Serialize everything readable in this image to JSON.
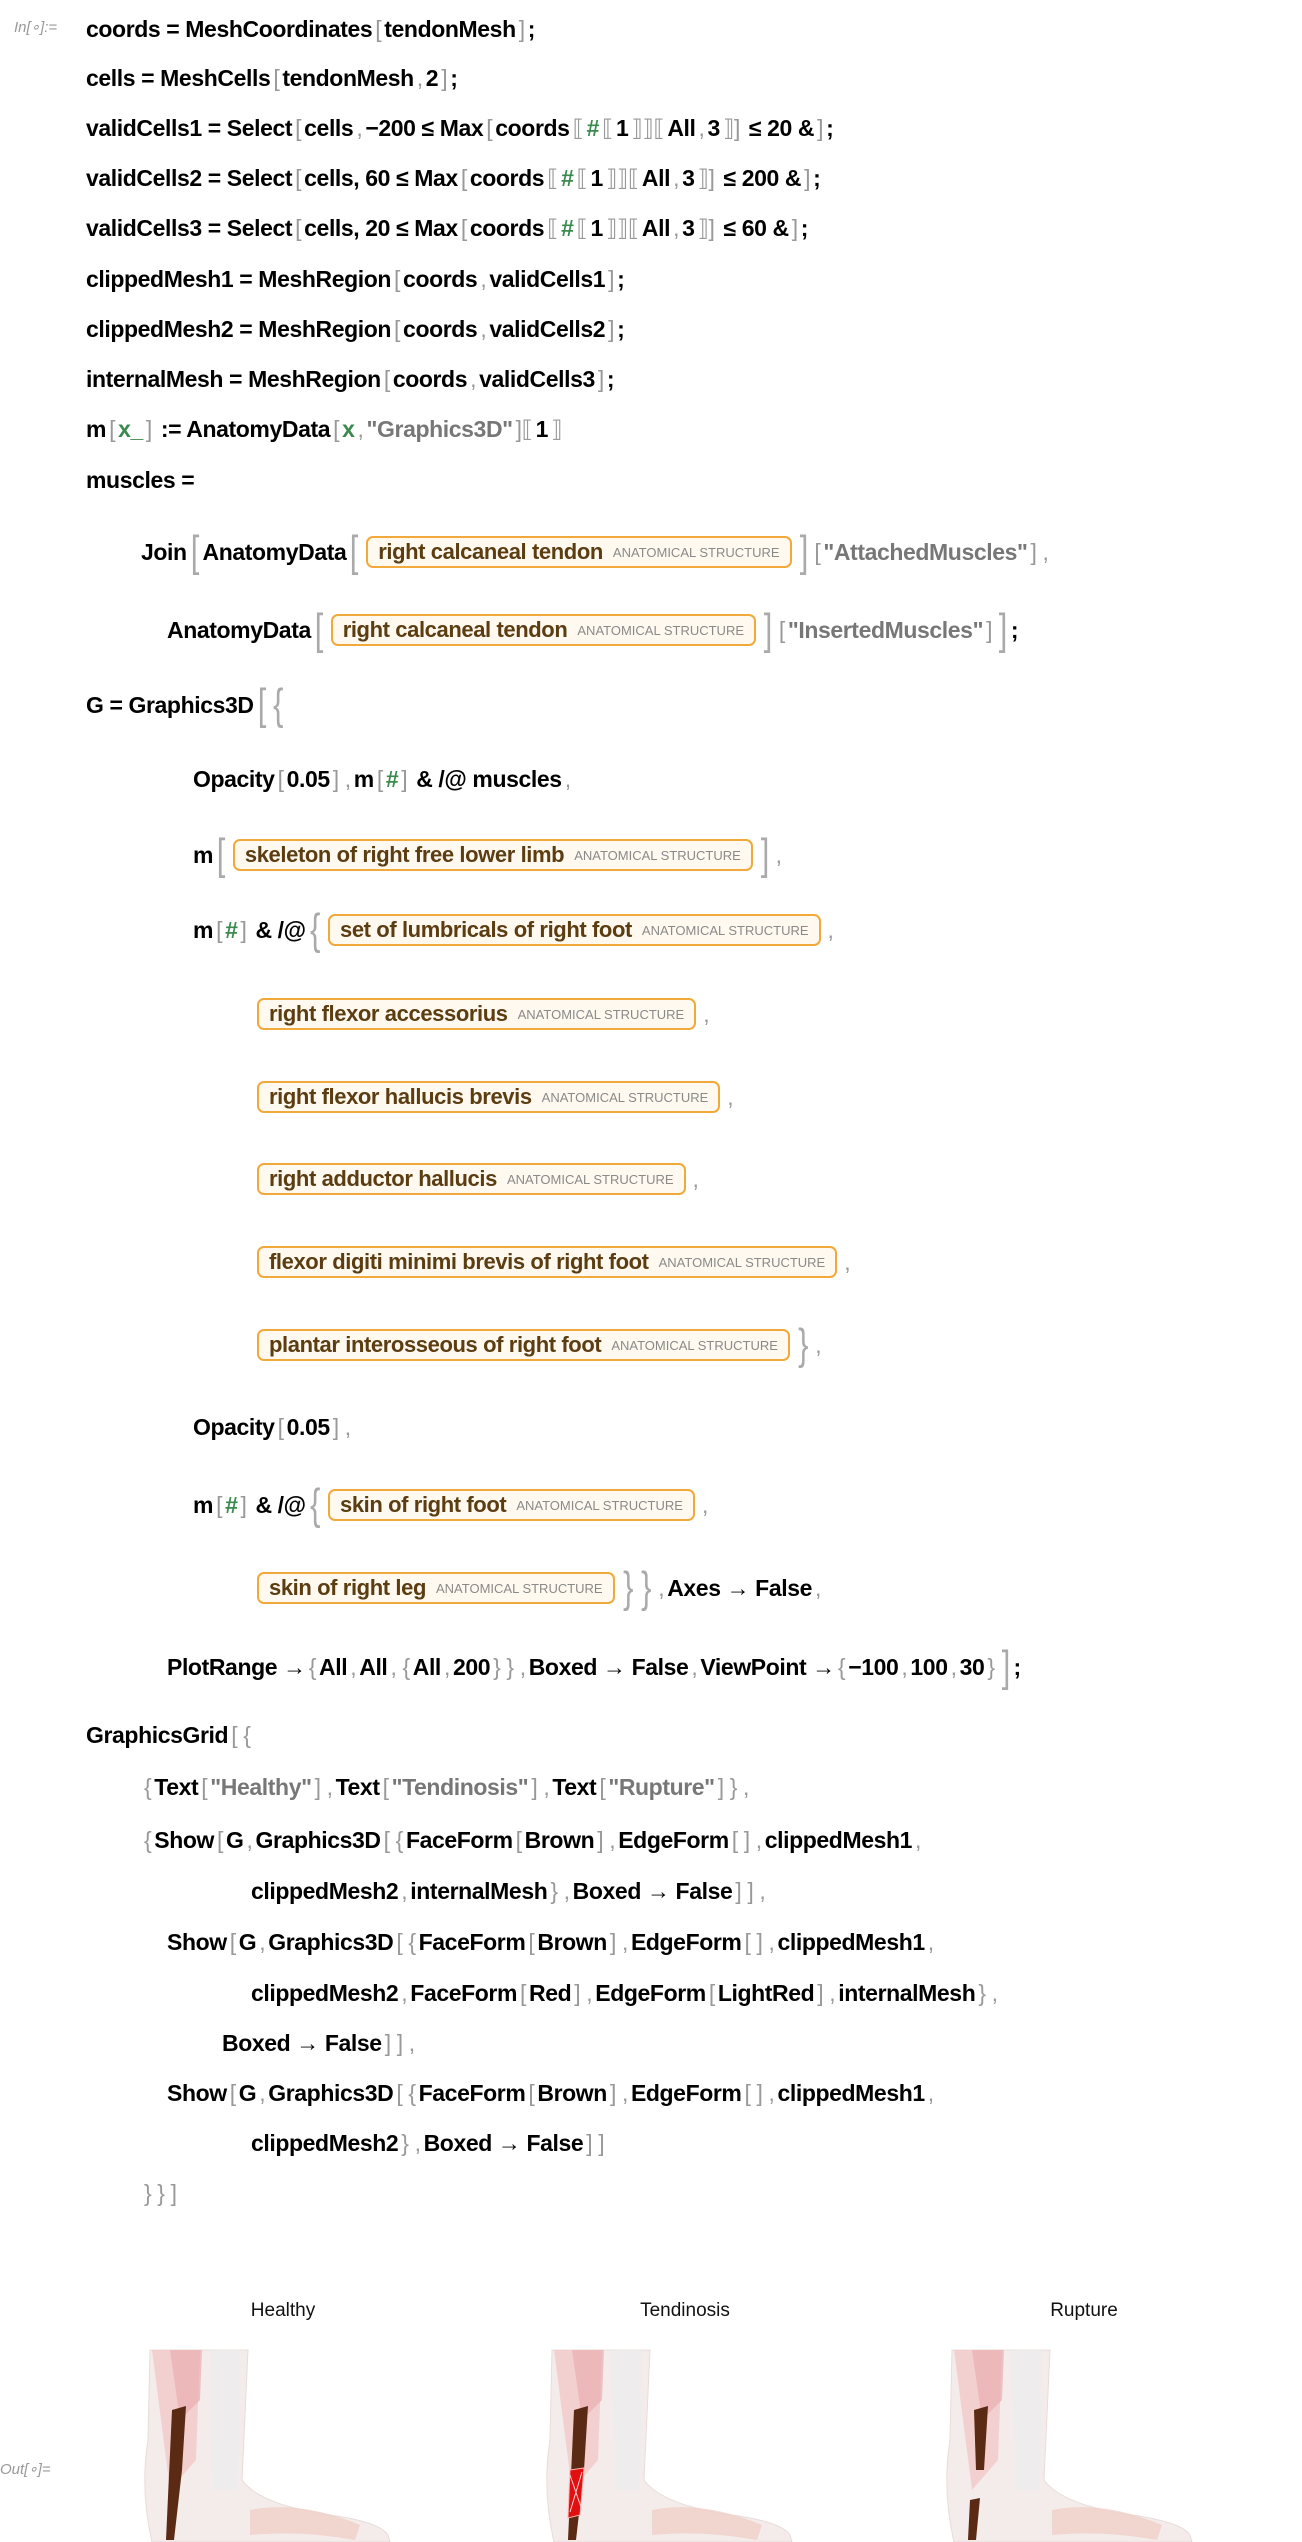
{
  "cell": {
    "in_label": "In[∘]:=",
    "out_label": "Out[∘]="
  },
  "code": {
    "lines": [
      [
        [
          "k",
          "coords = MeshCoordinates"
        ],
        [
          "b",
          "["
        ],
        [
          "k",
          "tendonMesh"
        ],
        [
          "b",
          "]"
        ],
        [
          "k",
          ";"
        ]
      ],
      [
        [
          "k",
          "cells = MeshCells"
        ],
        [
          "b",
          "["
        ],
        [
          "k",
          "tendonMesh"
        ],
        [
          "b",
          ","
        ],
        [
          "k",
          "2"
        ],
        [
          "b",
          "]"
        ],
        [
          "k",
          ";"
        ]
      ],
      [
        [
          "k",
          "validCells1 = Select"
        ],
        [
          "b",
          "["
        ],
        [
          "k",
          "cells"
        ],
        [
          "b",
          ","
        ],
        [
          "k",
          "−200 ≤ Max"
        ],
        [
          "b",
          "["
        ],
        [
          "k",
          "coords"
        ],
        [
          "b",
          "⟦"
        ],
        [
          "v",
          "#"
        ],
        [
          "b",
          "⟦"
        ],
        [
          "k",
          "1"
        ],
        [
          "b",
          "⟧⟧⟦"
        ],
        [
          "k",
          "All"
        ],
        [
          "b",
          ","
        ],
        [
          "k",
          "3"
        ],
        [
          "b",
          "⟧]"
        ],
        [
          "k",
          " ≤ 20 &"
        ],
        [
          "b",
          "]"
        ],
        [
          "k",
          ";"
        ]
      ],
      [
        [
          "k",
          "validCells2 = Select"
        ],
        [
          "b",
          "["
        ],
        [
          "k",
          "cells, 60 ≤ Max"
        ],
        [
          "b",
          "["
        ],
        [
          "k",
          "coords"
        ],
        [
          "b",
          "⟦"
        ],
        [
          "v",
          "#"
        ],
        [
          "b",
          "⟦"
        ],
        [
          "k",
          "1"
        ],
        [
          "b",
          "⟧⟧⟦"
        ],
        [
          "k",
          "All"
        ],
        [
          "b",
          ","
        ],
        [
          "k",
          "3"
        ],
        [
          "b",
          "⟧]"
        ],
        [
          "k",
          " ≤ 200 &"
        ],
        [
          "b",
          "]"
        ],
        [
          "k",
          ";"
        ]
      ],
      [
        [
          "k",
          "validCells3 = Select"
        ],
        [
          "b",
          "["
        ],
        [
          "k",
          "cells, 20 ≤ Max"
        ],
        [
          "b",
          "["
        ],
        [
          "k",
          "coords"
        ],
        [
          "b",
          "⟦"
        ],
        [
          "v",
          "#"
        ],
        [
          "b",
          "⟦"
        ],
        [
          "k",
          "1"
        ],
        [
          "b",
          "⟧⟧⟦"
        ],
        [
          "k",
          "All"
        ],
        [
          "b",
          ","
        ],
        [
          "k",
          "3"
        ],
        [
          "b",
          "⟧]"
        ],
        [
          "k",
          " ≤ 60 &"
        ],
        [
          "b",
          "]"
        ],
        [
          "k",
          ";"
        ]
      ],
      [
        [
          "k",
          "clippedMesh1 = MeshRegion"
        ],
        [
          "b",
          "["
        ],
        [
          "k",
          "coords"
        ],
        [
          "b",
          ","
        ],
        [
          "k",
          "validCells1"
        ],
        [
          "b",
          "]"
        ],
        [
          "k",
          ";"
        ]
      ],
      [
        [
          "k",
          "clippedMesh2 = MeshRegion"
        ],
        [
          "b",
          "["
        ],
        [
          "k",
          "coords"
        ],
        [
          "b",
          ","
        ],
        [
          "k",
          "validCells2"
        ],
        [
          "b",
          "]"
        ],
        [
          "k",
          ";"
        ]
      ],
      [
        [
          "k",
          "internalMesh = MeshRegion"
        ],
        [
          "b",
          "["
        ],
        [
          "k",
          "coords"
        ],
        [
          "b",
          ","
        ],
        [
          "k",
          "validCells3"
        ],
        [
          "b",
          "]"
        ],
        [
          "k",
          ";"
        ]
      ],
      [
        [
          "k",
          "m"
        ],
        [
          "b",
          "["
        ],
        [
          "v",
          "x_"
        ],
        [
          "b",
          "]"
        ],
        [
          "k",
          " := AnatomyData"
        ],
        [
          "b",
          "["
        ],
        [
          "v",
          "x"
        ],
        [
          "b",
          ","
        ],
        [
          "s",
          "\"Graphics3D\""
        ],
        [
          "b",
          "]⟦"
        ],
        [
          "k",
          "1"
        ],
        [
          "b",
          "⟧"
        ]
      ],
      [
        [
          "k",
          "muscles ="
        ]
      ],
      [
        [
          "k",
          "Join"
        ],
        [
          "B",
          "["
        ],
        [
          "k",
          "AnatomyData"
        ],
        [
          "B",
          "["
        ],
        [
          "e",
          "right calcaneal tendon",
          "ANATOMICAL STRUCTURE"
        ],
        [
          "B",
          "]"
        ],
        [
          "b",
          "["
        ],
        [
          "s",
          "\"AttachedMuscles\""
        ],
        [
          "b",
          "]"
        ],
        [
          "b",
          ","
        ]
      ],
      [
        [
          "k",
          "AnatomyData"
        ],
        [
          "B",
          "["
        ],
        [
          "e",
          "right calcaneal tendon",
          "ANATOMICAL STRUCTURE"
        ],
        [
          "B",
          "]"
        ],
        [
          "b",
          "["
        ],
        [
          "s",
          "\"InsertedMuscles\""
        ],
        [
          "b",
          "]"
        ],
        [
          "B",
          "]"
        ],
        [
          "k",
          ";"
        ]
      ],
      [
        [
          "k",
          "G = Graphics3D"
        ],
        [
          "B",
          "["
        ],
        [
          "B",
          "{"
        ]
      ],
      [
        [
          "k",
          "Opacity"
        ],
        [
          "b",
          "["
        ],
        [
          "k",
          "0.05"
        ],
        [
          "b",
          "]"
        ],
        [
          "b",
          ","
        ],
        [
          "k",
          "m"
        ],
        [
          "b",
          "["
        ],
        [
          "v",
          "#"
        ],
        [
          "b",
          "]"
        ],
        [
          "k",
          " & /@ muscles"
        ],
        [
          "b",
          ","
        ]
      ],
      [
        [
          "k",
          "m"
        ],
        [
          "B",
          "["
        ],
        [
          "e",
          "skeleton of right free lower limb",
          "ANATOMICAL STRUCTURE"
        ],
        [
          "B",
          "]"
        ],
        [
          "b",
          ","
        ]
      ],
      [
        [
          "k",
          "m"
        ],
        [
          "b",
          "["
        ],
        [
          "v",
          "#"
        ],
        [
          "b",
          "]"
        ],
        [
          "k",
          " & /@"
        ],
        [
          "B",
          "{"
        ],
        [
          "e",
          "set of lumbricals of right foot",
          "ANATOMICAL STRUCTURE"
        ],
        [
          "b",
          ","
        ]
      ],
      [
        [
          "e",
          "right flexor accessorius",
          "ANATOMICAL STRUCTURE"
        ],
        [
          "b",
          ","
        ]
      ],
      [
        [
          "e",
          "right flexor hallucis brevis",
          "ANATOMICAL STRUCTURE"
        ],
        [
          "b",
          ","
        ]
      ],
      [
        [
          "e",
          "right adductor hallucis",
          "ANATOMICAL STRUCTURE"
        ],
        [
          "b",
          ","
        ]
      ],
      [
        [
          "e",
          "flexor digiti minimi brevis of right foot",
          "ANATOMICAL STRUCTURE"
        ],
        [
          "b",
          ","
        ]
      ],
      [
        [
          "e",
          "plantar interosseous of right foot",
          "ANATOMICAL STRUCTURE"
        ],
        [
          "B",
          "}"
        ],
        [
          "b",
          ","
        ]
      ],
      [
        [
          "k",
          "Opacity"
        ],
        [
          "b",
          "["
        ],
        [
          "k",
          "0.05"
        ],
        [
          "b",
          "]"
        ],
        [
          "b",
          ","
        ]
      ],
      [
        [
          "k",
          "m"
        ],
        [
          "b",
          "["
        ],
        [
          "v",
          "#"
        ],
        [
          "b",
          "]"
        ],
        [
          "k",
          " & /@"
        ],
        [
          "B",
          "{"
        ],
        [
          "e",
          "skin of right foot",
          "ANATOMICAL STRUCTURE"
        ],
        [
          "b",
          ","
        ]
      ],
      [
        [
          "e",
          "skin of right leg",
          "ANATOMICAL STRUCTURE"
        ],
        [
          "B",
          "}"
        ],
        [
          "B",
          "}"
        ],
        [
          "b",
          ","
        ],
        [
          "k",
          "Axes → False"
        ],
        [
          "b",
          ","
        ]
      ],
      [
        [
          "k",
          "PlotRange →"
        ],
        [
          "b",
          "{"
        ],
        [
          "k",
          "All"
        ],
        [
          "b",
          ","
        ],
        [
          "k",
          "All"
        ],
        [
          "b",
          ","
        ],
        [
          "b",
          "{"
        ],
        [
          "k",
          "All"
        ],
        [
          "b",
          ","
        ],
        [
          "k",
          "200"
        ],
        [
          "b",
          "}"
        ],
        [
          "b",
          "}"
        ],
        [
          "b",
          ","
        ],
        [
          "k",
          "Boxed → False"
        ],
        [
          "b",
          ","
        ],
        [
          "k",
          "ViewPoint →"
        ],
        [
          "b",
          "{"
        ],
        [
          "k",
          "−100"
        ],
        [
          "b",
          ","
        ],
        [
          "k",
          "100"
        ],
        [
          "b",
          ","
        ],
        [
          "k",
          "30"
        ],
        [
          "b",
          "}"
        ],
        [
          "B",
          "]"
        ],
        [
          "k",
          ";"
        ]
      ],
      [
        [
          "k",
          "GraphicsGrid"
        ],
        [
          "b",
          "["
        ],
        [
          "b",
          "{"
        ]
      ],
      [
        [
          "b",
          "{"
        ],
        [
          "k",
          "Text"
        ],
        [
          "b",
          "["
        ],
        [
          "s",
          "\"Healthy\""
        ],
        [
          "b",
          "]"
        ],
        [
          "b",
          ","
        ],
        [
          "k",
          "Text"
        ],
        [
          "b",
          "["
        ],
        [
          "s",
          "\"Tendinosis\""
        ],
        [
          "b",
          "]"
        ],
        [
          "b",
          ","
        ],
        [
          "k",
          "Text"
        ],
        [
          "b",
          "["
        ],
        [
          "s",
          "\"Rupture\""
        ],
        [
          "b",
          "]"
        ],
        [
          "b",
          "}"
        ],
        [
          "b",
          ","
        ]
      ],
      [
        [
          "b",
          "{"
        ],
        [
          "k",
          "Show"
        ],
        [
          "b",
          "["
        ],
        [
          "k",
          "G"
        ],
        [
          "b",
          ","
        ],
        [
          "k",
          "Graphics3D"
        ],
        [
          "b",
          "["
        ],
        [
          "b",
          "{"
        ],
        [
          "k",
          "FaceForm"
        ],
        [
          "b",
          "["
        ],
        [
          "k",
          "Brown"
        ],
        [
          "b",
          "]"
        ],
        [
          "b",
          ","
        ],
        [
          "k",
          "EdgeForm"
        ],
        [
          "b",
          "[ ]"
        ],
        [
          "b",
          ","
        ],
        [
          "k",
          "clippedMesh1"
        ],
        [
          "b",
          ","
        ]
      ],
      [
        [
          "k",
          "clippedMesh2"
        ],
        [
          "b",
          ","
        ],
        [
          "k",
          "internalMesh"
        ],
        [
          "b",
          "}"
        ],
        [
          "b",
          ","
        ],
        [
          "k",
          "Boxed → False"
        ],
        [
          "b",
          "]"
        ],
        [
          "b",
          "]"
        ],
        [
          "b",
          ","
        ]
      ],
      [
        [
          "k",
          "Show"
        ],
        [
          "b",
          "["
        ],
        [
          "k",
          "G"
        ],
        [
          "b",
          ","
        ],
        [
          "k",
          "Graphics3D"
        ],
        [
          "b",
          "["
        ],
        [
          "b",
          "{"
        ],
        [
          "k",
          "FaceForm"
        ],
        [
          "b",
          "["
        ],
        [
          "k",
          "Brown"
        ],
        [
          "b",
          "]"
        ],
        [
          "b",
          ","
        ],
        [
          "k",
          "EdgeForm"
        ],
        [
          "b",
          "[ ]"
        ],
        [
          "b",
          ","
        ],
        [
          "k",
          "clippedMesh1"
        ],
        [
          "b",
          ","
        ]
      ],
      [
        [
          "k",
          "clippedMesh2"
        ],
        [
          "b",
          ","
        ],
        [
          "k",
          "FaceForm"
        ],
        [
          "b",
          "["
        ],
        [
          "k",
          "Red"
        ],
        [
          "b",
          "]"
        ],
        [
          "b",
          ","
        ],
        [
          "k",
          "EdgeForm"
        ],
        [
          "b",
          "["
        ],
        [
          "k",
          "LightRed"
        ],
        [
          "b",
          "]"
        ],
        [
          "b",
          ","
        ],
        [
          "k",
          "internalMesh"
        ],
        [
          "b",
          "}"
        ],
        [
          "b",
          ","
        ]
      ],
      [
        [
          "k",
          "Boxed → False"
        ],
        [
          "b",
          "]"
        ],
        [
          "b",
          "]"
        ],
        [
          "b",
          ","
        ]
      ],
      [
        [
          "k",
          "Show"
        ],
        [
          "b",
          "["
        ],
        [
          "k",
          "G"
        ],
        [
          "b",
          ","
        ],
        [
          "k",
          "Graphics3D"
        ],
        [
          "b",
          "["
        ],
        [
          "b",
          "{"
        ],
        [
          "k",
          "FaceForm"
        ],
        [
          "b",
          "["
        ],
        [
          "k",
          "Brown"
        ],
        [
          "b",
          "]"
        ],
        [
          "b",
          ","
        ],
        [
          "k",
          "EdgeForm"
        ],
        [
          "b",
          "[ ]"
        ],
        [
          "b",
          ","
        ],
        [
          "k",
          "clippedMesh1"
        ],
        [
          "b",
          ","
        ]
      ],
      [
        [
          "k",
          "clippedMesh2"
        ],
        [
          "b",
          "}"
        ],
        [
          "b",
          ","
        ],
        [
          "k",
          "Boxed → False"
        ],
        [
          "b",
          "]"
        ],
        [
          "b",
          "]"
        ]
      ],
      [
        [
          "b",
          "}"
        ],
        [
          "b",
          "}"
        ],
        [
          "b",
          "]"
        ]
      ]
    ]
  },
  "output": {
    "titles": [
      "Healthy",
      "Tendinosis",
      "Rupture"
    ]
  },
  "colors": {
    "entity_border": "#f2a93b",
    "tendon": "#5a2a14",
    "inflamed": "#e01010",
    "variable": "#3a8a4e"
  }
}
